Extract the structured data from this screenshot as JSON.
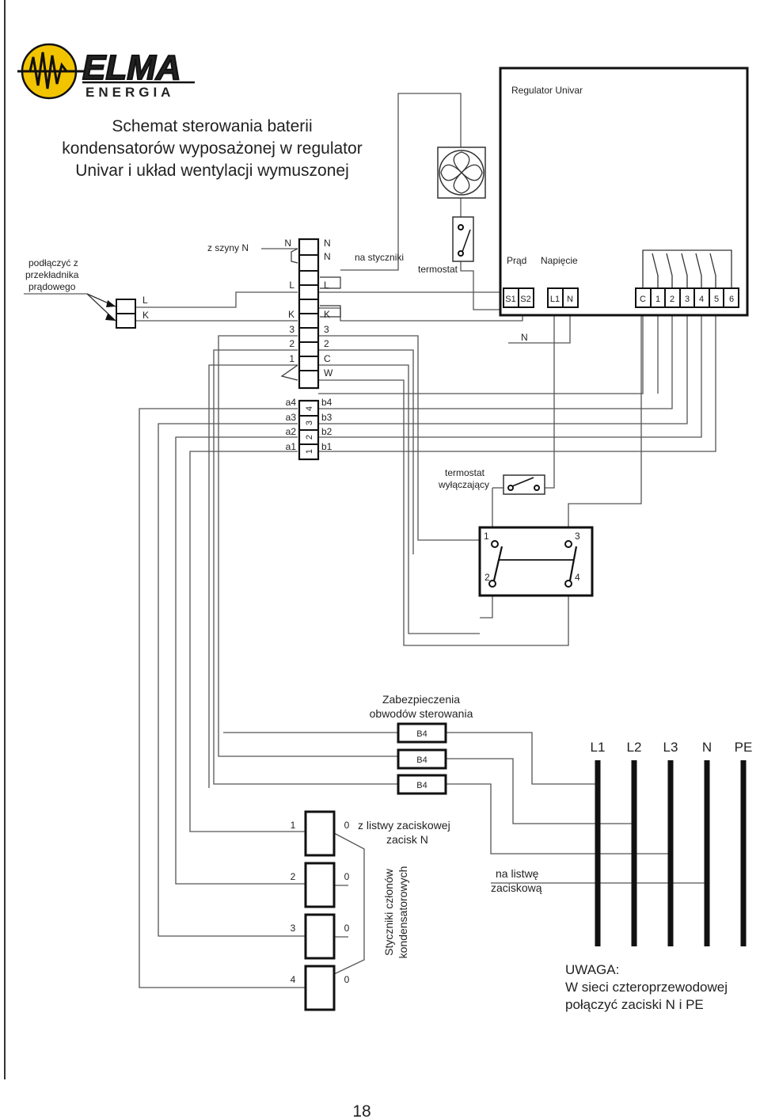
{
  "brand": {
    "logo_top": "ELMA",
    "logo_bottom": "ENERGIA"
  },
  "title": {
    "line1": "Schemat sterowania baterii",
    "line2": "kondensatorów wyposażonej w regulator",
    "line3": "Univar i układ wentylacji wymuszonej"
  },
  "regulator": {
    "title": "Regulator Univar",
    "prad_label": "Prąd",
    "napiecie_label": "Napięcie",
    "terminals_current": [
      "S1",
      "S2"
    ],
    "terminals_voltage": [
      "L1",
      "N"
    ],
    "terminals_outputs": [
      "C",
      "1",
      "2",
      "3",
      "4",
      "5",
      "6"
    ]
  },
  "labels": {
    "podlaczyc": [
      "podłączyć z",
      "przekładnika",
      "prądowego"
    ],
    "z_szyny_n": "z szyny N",
    "na_styczniki": "na styczniki",
    "termostat": "termostat",
    "termostat_wyl": [
      "termostat",
      "wyłączający"
    ],
    "n_wire": "N",
    "lk_left": [
      "L",
      "K"
    ]
  },
  "terminal_strip": {
    "left": [
      "N",
      "L",
      "K",
      "3",
      "2",
      "1"
    ],
    "right": [
      "N",
      "N",
      "L",
      "K",
      "3",
      "2",
      "C",
      "W"
    ],
    "lower_left": [
      "a4",
      "a3",
      "a2",
      "a1"
    ],
    "lower_right": [
      "b4",
      "b3",
      "b2",
      "b1"
    ],
    "lower_cells": [
      "4",
      "3",
      "2",
      "1"
    ]
  },
  "switch_box": {
    "pins": [
      "1",
      "3",
      "2",
      "4"
    ]
  },
  "protection": {
    "title_lines": [
      "Zabezpieczenia",
      "obwodów sterowania"
    ],
    "fuses": [
      "B4",
      "B4",
      "B4"
    ]
  },
  "buses": [
    "L1",
    "L2",
    "L3",
    "N",
    "PE"
  ],
  "contactors": {
    "numbers": [
      "1",
      "2",
      "3",
      "4"
    ],
    "zeros": [
      "0",
      "0",
      "0",
      "0"
    ],
    "z_listwy": [
      "z listwy zaciskowej",
      "zacisk N"
    ],
    "vertical_label": [
      "Styczniki członów",
      "kondensatorowych"
    ]
  },
  "na_listwe": [
    "na listwę",
    "zaciskową"
  ],
  "note": {
    "title": "UWAGA:",
    "line1": "W sieci czteroprzewodowej",
    "line2": "połączyć zaciski N i PE"
  },
  "page_number": "18",
  "colors": {
    "logo_yellow": "#F2C400",
    "ink": "#111111",
    "wire": "#555555"
  }
}
